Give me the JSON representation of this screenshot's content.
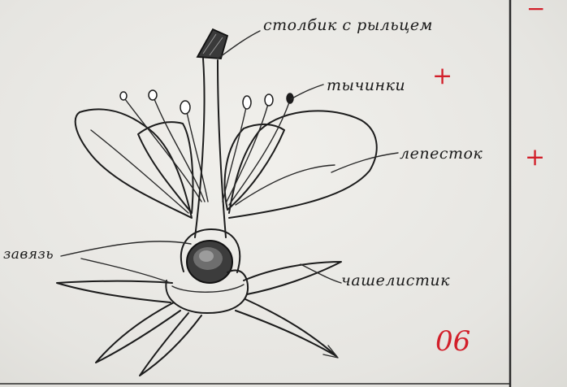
{
  "labels": {
    "style": "столбик с рыльцем",
    "stamens": "тычинки",
    "petal": "лепесток",
    "ovary": "завязь",
    "sepal": "чашелистик"
  },
  "teacher_marks": {
    "style_mark": "−",
    "stamens_mark": "+",
    "petal_mark": "+",
    "score": "06"
  },
  "colors": {
    "ink": "#1c1c1c",
    "red_pen": "#d21f2a",
    "paper": "#e9e8e4"
  }
}
